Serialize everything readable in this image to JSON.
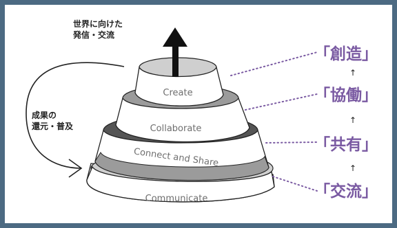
{
  "diagram": {
    "top_caption": {
      "line1": "世界に向けた",
      "line2": "発信・交流"
    },
    "side_caption": {
      "line1": "成果の",
      "line2": "還元・普及"
    },
    "tiers": [
      {
        "label": "Create"
      },
      {
        "label": "Collaborate"
      },
      {
        "label": "Connect and Share"
      },
      {
        "label": "Communicate"
      }
    ],
    "stages": [
      {
        "label": "「創造」"
      },
      {
        "label": "「協働」"
      },
      {
        "label": "「共有」"
      },
      {
        "label": "「交流」"
      }
    ],
    "stage_separator": "↑",
    "colors": {
      "frame": "#4c6a82",
      "stage_text": "#7a5aa2",
      "dotted_leader": "#7a5aa2",
      "dark_band": "#555555",
      "mid_band": "#9b9b9b",
      "light_band": "#cfcfcf"
    }
  }
}
